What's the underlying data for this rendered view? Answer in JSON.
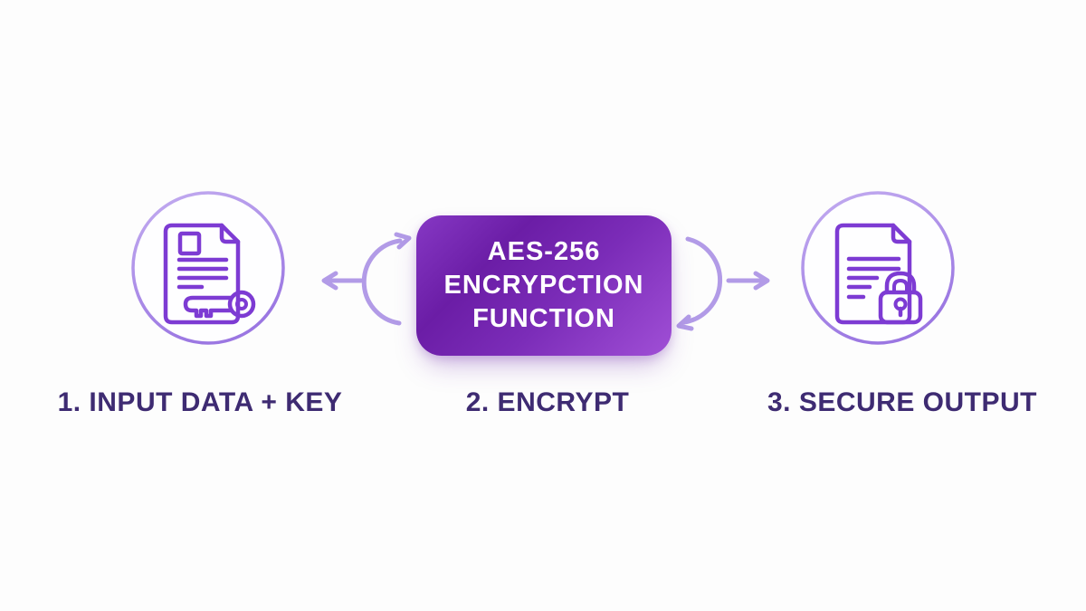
{
  "diagram": {
    "type": "process-flow",
    "topic": "AES-256 encryption",
    "encryption_box": {
      "lines": [
        "AES-256",
        "ENCRYPCTION",
        "FUNCTION"
      ]
    },
    "steps": [
      {
        "caption": "1. INPUT DATA + KEY",
        "icon": "document-key-icon"
      },
      {
        "caption": "2. ENCRYPT",
        "icon": "encryption-function-box"
      },
      {
        "caption": "3. SECURE OUTPUT",
        "icon": "document-lock-icon"
      }
    ],
    "connectors": [
      {
        "between": "input-node and encryption-box",
        "style": "arc with two-way arrows"
      },
      {
        "between": "encryption-box and output-node",
        "style": "arc with two-way arrows"
      }
    ],
    "colors": {
      "background": "#fdfdfd",
      "box_gradient_start": "#8638c4",
      "box_gradient_dark": "#6b1da6",
      "box_gradient_end": "#a04fd6",
      "box_text": "#ffffff",
      "caption_text": "#3e2b72",
      "icon_stroke": "#7d3bd3",
      "ring_light": "#c3adf0",
      "ring_dark": "#9b77e2",
      "arrow": "#b29be7"
    }
  }
}
